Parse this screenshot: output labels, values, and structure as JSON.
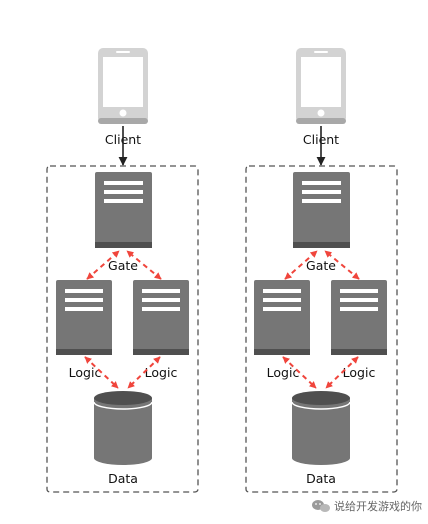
{
  "colors": {
    "server": "#767676",
    "server_dark": "#4f4f4f",
    "server_stripe": "#ffffff",
    "phone_body": "#d3d3d3",
    "phone_screen": "#ffffff",
    "arrow_red": "#f0453c",
    "arrow_black": "#222222",
    "box_border": "#555555"
  },
  "clusters": [
    {
      "client_label": "Client",
      "gate_label": "Gate",
      "logic_labels": [
        "Logic",
        "Logic"
      ],
      "data_label": "Data"
    },
    {
      "client_label": "Client",
      "gate_label": "Gate",
      "logic_labels": [
        "Logic",
        "Logic"
      ],
      "data_label": "Data"
    }
  ],
  "watermark": {
    "icon": "wechat-icon",
    "text": "说给开发游戏的你"
  }
}
